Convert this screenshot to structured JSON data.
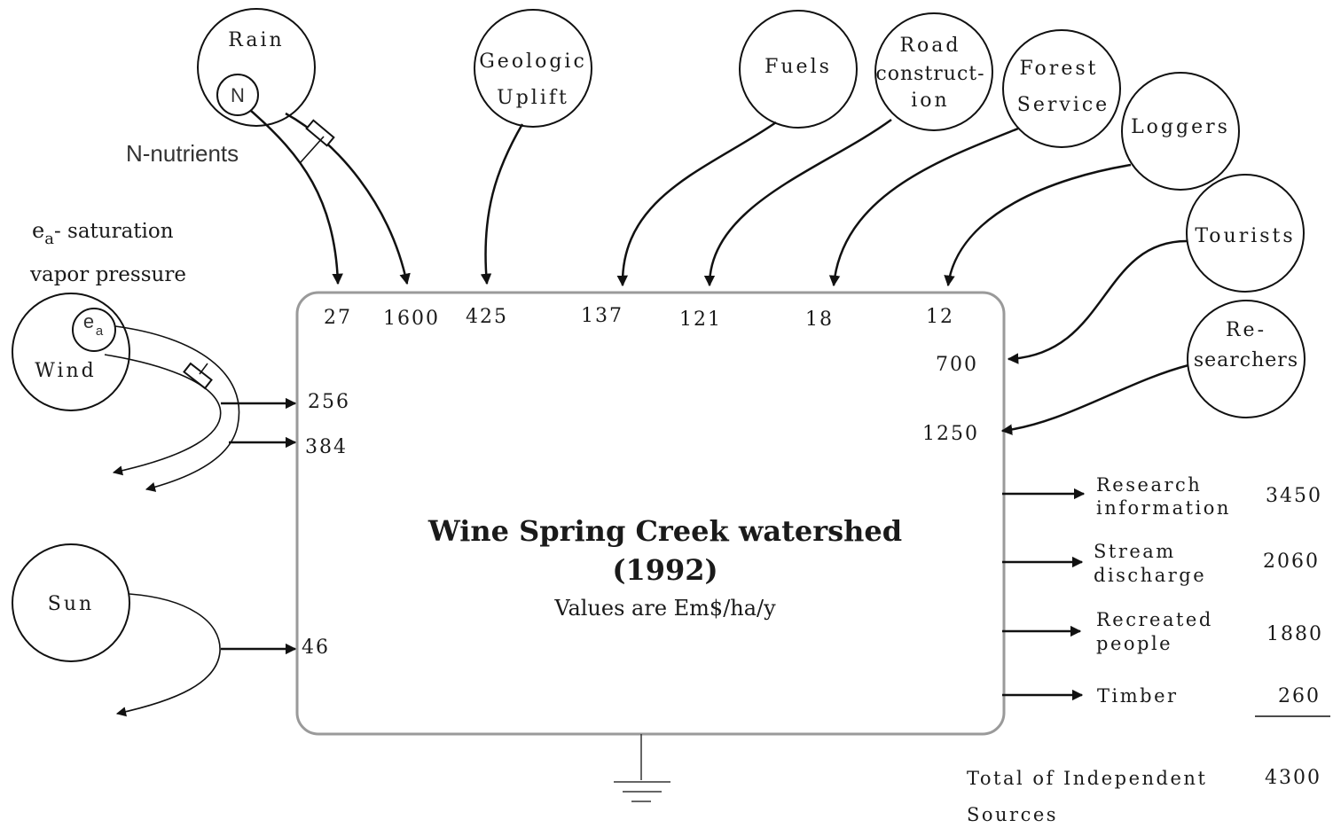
{
  "title": {
    "line1": "Wine Spring Creek watershed",
    "line2": "(1992)",
    "units": "Values are Em$/ha/y"
  },
  "annotations": {
    "n_nutrients": "N-nutrients",
    "ea_prefix": "e",
    "ea_sub": "a",
    "ea_rest": "- saturation",
    "vapor_pressure": "vapor pressure"
  },
  "sources": {
    "rain": "Rain",
    "n": "N",
    "geologic_line1": "Geologic",
    "geologic_line2": "Uplift",
    "fuels": "Fuels",
    "road_line1": "Road",
    "road_line2": "construct-",
    "road_line3": "ion",
    "forest_line1": "Forest",
    "forest_line2": "Service",
    "loggers": "Loggers",
    "tourists": "Tourists",
    "researchers_line1": "Re-",
    "researchers_line2": "searchers",
    "wind": "Wind",
    "ea_e": "e",
    "ea_a": "a",
    "sun": "Sun"
  },
  "inputs": {
    "n_nutrients": "27",
    "rain": "1600",
    "geologic_uplift": "425",
    "fuels": "137",
    "road_construction": "121",
    "forest_service": "18",
    "loggers": "12",
    "tourists": "700",
    "researchers": "1250",
    "ea": "256",
    "wind": "384",
    "sun": "46"
  },
  "outputs": [
    {
      "label_line1": "Research",
      "label_line2": "information",
      "value": "3450"
    },
    {
      "label_line1": "Stream",
      "label_line2": "discharge",
      "value": "2060"
    },
    {
      "label_line1": "Recreated",
      "label_line2": "people",
      "value": "1880"
    },
    {
      "label_line1": "Timber",
      "label_line2": "",
      "value": "260"
    }
  ],
  "total": {
    "label_line1": "Total of Independent",
    "label_line2": "Sources",
    "value": "4300"
  }
}
